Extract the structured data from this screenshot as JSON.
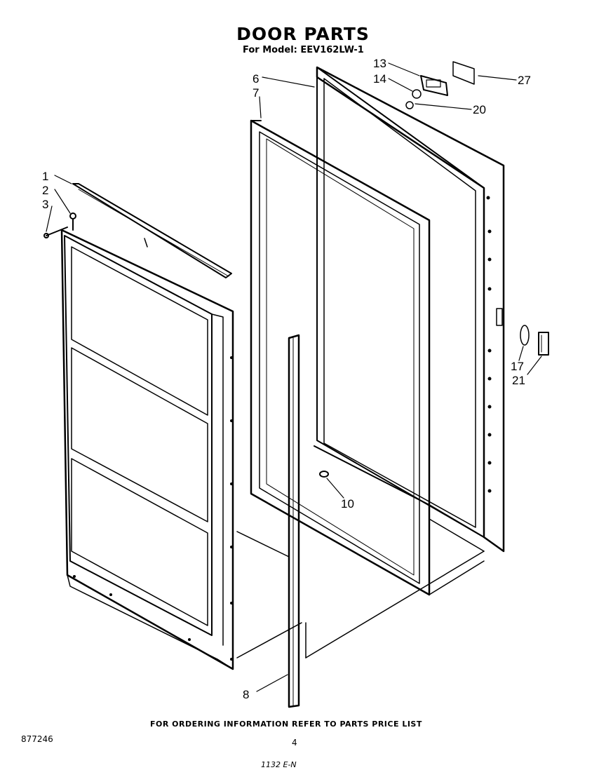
{
  "title": "DOOR PARTS",
  "subtitle": "For Model: EEV162LW-1",
  "callouts": [
    "1",
    "2",
    "3",
    "6",
    "7",
    "13",
    "14",
    "27",
    "20",
    "10",
    "17",
    "21",
    "8"
  ],
  "footer": "FOR ORDERING INFORMATION REFER TO PARTS PRICE LIST",
  "doc_number": "877246",
  "page_number": "4",
  "scrawl": "1132 E-N",
  "line_color": "#000000"
}
